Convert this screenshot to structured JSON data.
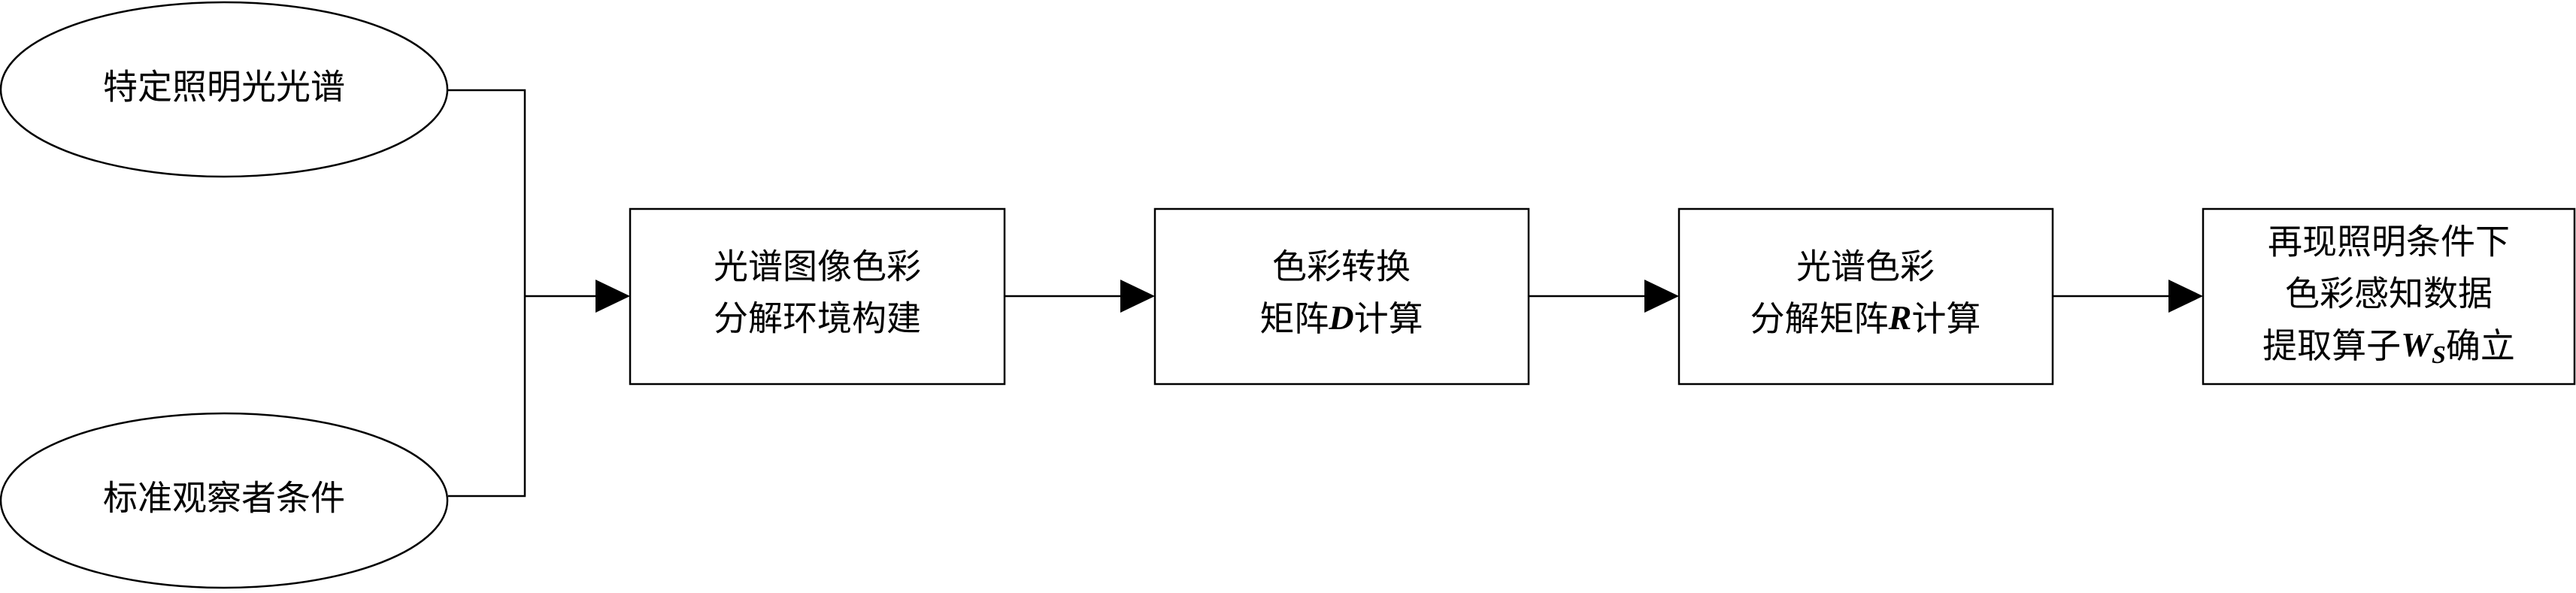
{
  "inputs": {
    "illumination": "特定照明光光谱",
    "observer": "标准观察者条件"
  },
  "steps": [
    {
      "line1": "光谱图像色彩",
      "line2": "分解环境构建"
    },
    {
      "line1": "色彩转换",
      "line2_pre": "矩阵",
      "line2_sym": "D",
      "line2_post": "计算"
    },
    {
      "line1": "光谱色彩",
      "line2_pre": "分解矩阵",
      "line2_sym": "R",
      "line2_post": "计算"
    },
    {
      "line1": "再现照明条件下",
      "line2": "色彩感知数据",
      "line3_pre": "提取算子",
      "line3_sym": "W",
      "line3_sub": "S",
      "line3_post": "确立"
    }
  ]
}
